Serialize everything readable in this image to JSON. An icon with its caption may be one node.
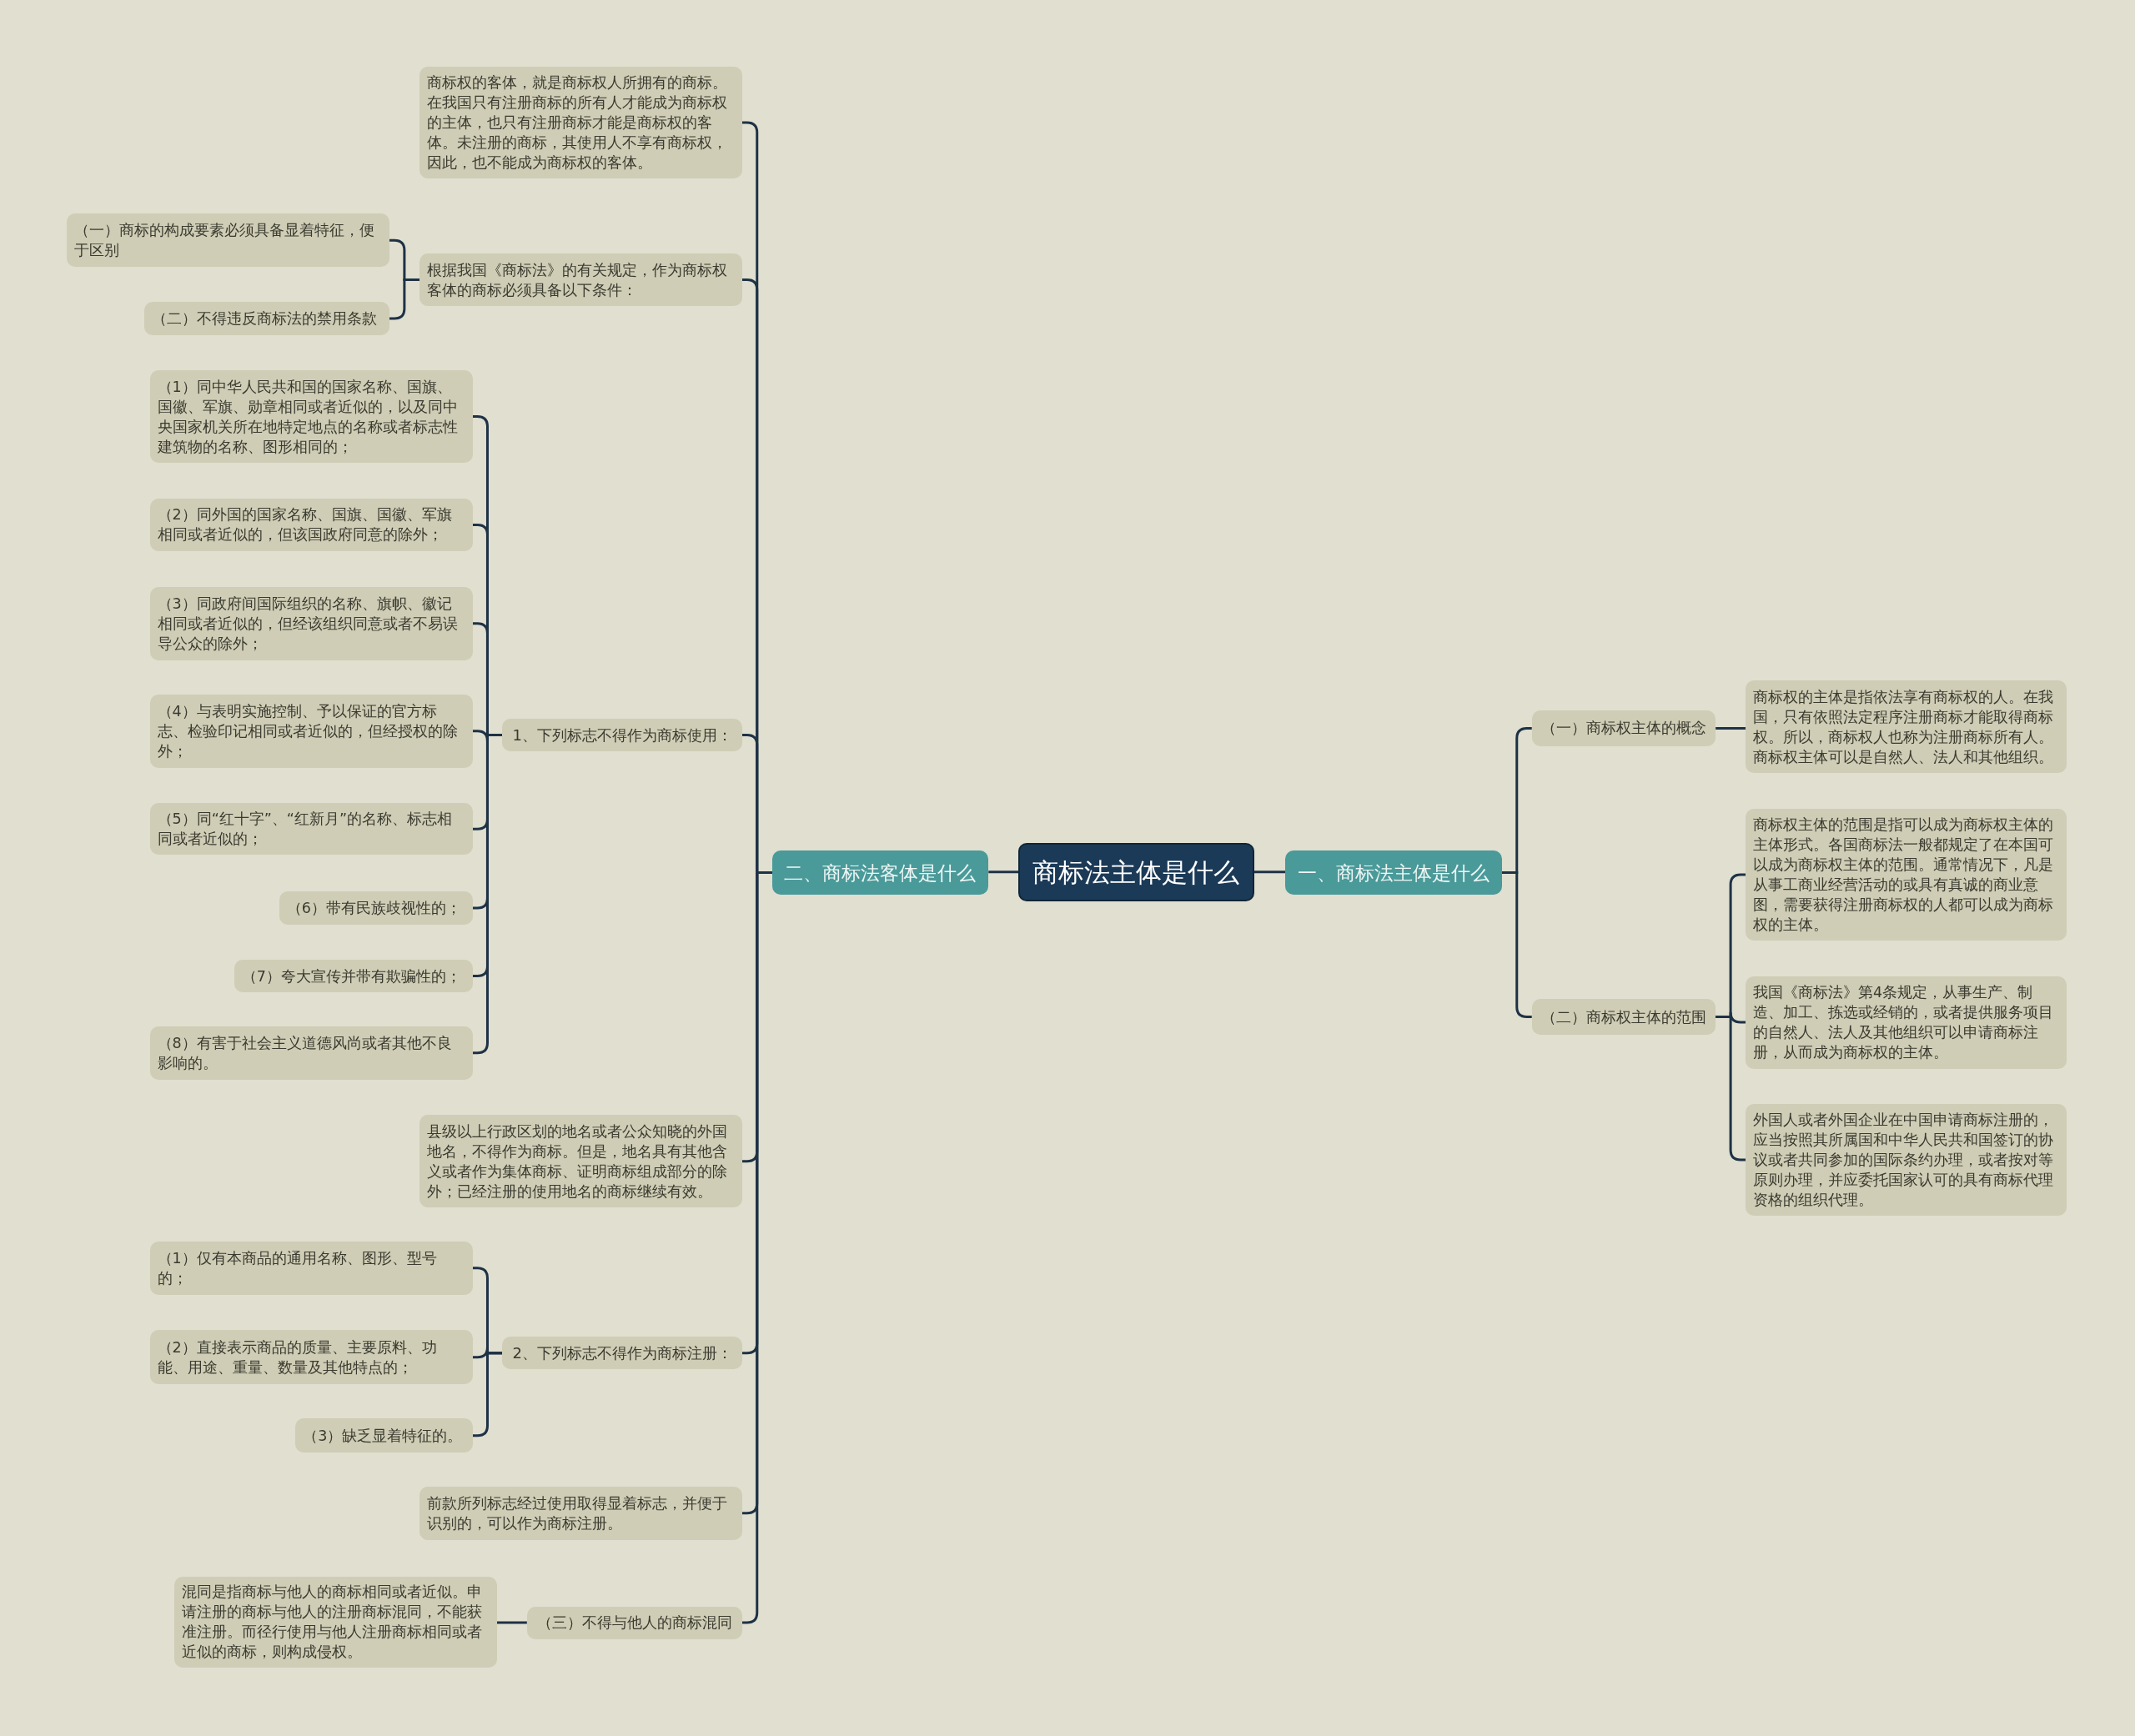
{
  "diagram": {
    "nodes": [
      {
        "text": [
          "商标法主体是什么"
        ]
      },
      {
        "text": [
          "一、商标法主体是什么"
        ]
      },
      {
        "text": [
          "（一）商标权主体的概念"
        ]
      },
      {
        "text": [
          "商标权的主体是指依法享有商标权的人。在我国，只有依照法定程序注册商标才能取得商标权。所以，商标权人也称为注册商标所有人。商标权主体可以是自然人、法人和其他组织。"
        ]
      },
      {
        "text": [
          "（二）商标权主体的范围"
        ]
      },
      {
        "text": [
          "商标权主体的范围是指可以成为商标权主体的主体形式。各国商标法一般都规定了在本国可以成为商标权主体的范围。通常情况下，凡是从事工商业经营活动的或具有真诚的商业意图，需要获得注册商标权的人都可以成为商标权的主体。"
        ]
      },
      {
        "text": [
          "我国《商标法》第4条规定，从事生产、制造、加工、拣选或经销的，或者提供服务项目的自然人、法人及其他组织可以申请商标注册，从而成为商标权的主体。"
        ]
      },
      {
        "text": [
          "外国人或者外国企业在中国申请商标注册的，应当按照其所属国和中华人民共和国签订的协议或者共同参加的国际条约办理，或者按对等原则办理，并应委托国家认可的具有商标代理资格的组织代理。"
        ]
      },
      {
        "text": [
          "二、商标法客体是什么"
        ]
      },
      {
        "text": [
          "商标权的客体，就是商标权人所拥有的商标。在我国只有注册商标的所有人才能成为商标权的主体，也只有注册商标才能是商标权的客体。未注册的商标，其使用人不享有商标权，因此，也不能成为商标权的客体。"
        ]
      },
      {
        "text": [
          "根据我国《商标法》的有关规定，作为商标权客体的商标必须具备以下条件："
        ]
      },
      {
        "text": [
          "（一）商标的构成要素必须具备显着特征，便于区别"
        ]
      },
      {
        "text": [
          "（二）不得违反商标法的禁用条款"
        ]
      },
      {
        "text": [
          "1、下列标志不得作为商标使用："
        ]
      },
      {
        "text": [
          "（1）同中华人民共和国的国家名称、国旗、国徽、军旗、勋章相同或者近似的，以及同中央国家机关所在地特定地点的名称或者标志性建筑物的名称、图形相同的；"
        ]
      },
      {
        "text": [
          "（2）同外国的国家名称、国旗、国徽、军旗相同或者近似的，但该国政府同意的除外；"
        ]
      },
      {
        "text": [
          "（3）同政府间国际组织的名称、旗帜、徽记相同或者近似的，但经该组织同意或者不易误导公众的除外；"
        ]
      },
      {
        "text": [
          "（4）与表明实施控制、予以保证的官方标志、检验印记相同或者近似的，但经授权的除外；"
        ]
      },
      {
        "text": [
          "（5）同“红十字”、“红新月”的名称、标志相同或者近似的；"
        ]
      },
      {
        "text": [
          "（6）带有民族歧视性的；"
        ]
      },
      {
        "text": [
          "（7）夸大宣传并带有欺骗性的；"
        ]
      },
      {
        "text": [
          "（8）有害于社会主义道德风尚或者其他不良影响的。"
        ]
      },
      {
        "text": [
          "县级以上行政区划的地名或者公众知晓的外国地名，不得作为商标。但是，地名具有其他含义或者作为集体商标、证明商标组成部分的除外；已经注册的使用地名的商标继续有效。"
        ]
      },
      {
        "text": [
          "2、下列标志不得作为商标注册："
        ]
      },
      {
        "text": [
          "（1）仅有本商品的通用名称、图形、型号的；"
        ]
      },
      {
        "text": [
          "（2）直接表示商品的质量、主要原料、功能、用途、重量、数量及其他特点的；"
        ]
      },
      {
        "text": [
          "（3）缺乏显着特征的。"
        ]
      },
      {
        "text": [
          "前款所列标志经过使用取得显着标志，并便于识别的，可以作为商标注册。"
        ]
      },
      {
        "text": [
          "（三）不得与他人的商标混同"
        ]
      },
      {
        "text": [
          "混同是指商标与他人的商标相同或者近似。申请注册的商标与他人的注册商标混同，不能获准注册。而径行使用与他人注册商标相同或者近似的商标，则构成侵权。"
        ]
      }
    ],
    "edges": [
      {
        "from": 0,
        "to": 1,
        "arrow": "none"
      },
      {
        "from": 1,
        "to": 2,
        "arrow": "none"
      },
      {
        "from": 2,
        "to": 3,
        "arrow": "none"
      },
      {
        "from": 1,
        "to": 4,
        "arrow": "none"
      },
      {
        "from": 4,
        "to": 5,
        "arrow": "none"
      },
      {
        "from": 4,
        "to": 6,
        "arrow": "none"
      },
      {
        "from": 4,
        "to": 7,
        "arrow": "none"
      },
      {
        "from": 0,
        "to": 8,
        "arrow": "none"
      },
      {
        "from": 8,
        "to": 9,
        "arrow": "none"
      },
      {
        "from": 8,
        "to": 10,
        "arrow": "none"
      },
      {
        "from": 10,
        "to": 11,
        "arrow": "none"
      },
      {
        "from": 10,
        "to": 12,
        "arrow": "none"
      },
      {
        "from": 8,
        "to": 13,
        "arrow": "none"
      },
      {
        "from": 13,
        "to": 14,
        "arrow": "none"
      },
      {
        "from": 13,
        "to": 15,
        "arrow": "none"
      },
      {
        "from": 13,
        "to": 16,
        "arrow": "none"
      },
      {
        "from": 13,
        "to": 17,
        "arrow": "none"
      },
      {
        "from": 13,
        "to": 18,
        "arrow": "none"
      },
      {
        "from": 13,
        "to": 19,
        "arrow": "none"
      },
      {
        "from": 13,
        "to": 20,
        "arrow": "none"
      },
      {
        "from": 13,
        "to": 21,
        "arrow": "none"
      },
      {
        "from": 8,
        "to": 22,
        "arrow": "none"
      },
      {
        "from": 8,
        "to": 23,
        "arrow": "none"
      },
      {
        "from": 23,
        "to": 24,
        "arrow": "none"
      },
      {
        "from": 23,
        "to": 25,
        "arrow": "none"
      },
      {
        "from": 23,
        "to": 26,
        "arrow": "none"
      },
      {
        "from": 8,
        "to": 27,
        "arrow": "none"
      },
      {
        "from": 8,
        "to": 28,
        "arrow": "none"
      },
      {
        "from": 28,
        "to": 29,
        "arrow": "none"
      }
    ]
  }
}
